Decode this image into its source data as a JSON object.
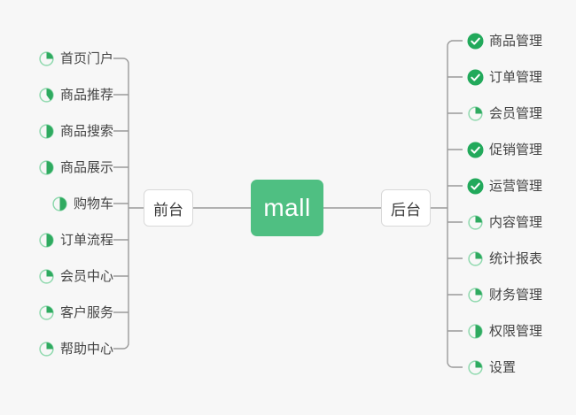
{
  "diagram": {
    "title_text": "mall",
    "type": "mindmap",
    "background_color": "#f7f7f7",
    "accent_color": "#4fbf82",
    "done_color": "#22a95b",
    "ring_color": "#8fd9ae",
    "wedge_color": "#2faa60",
    "line_color": "#9a9a9a",
    "center": {
      "label": "mall"
    },
    "branches": [
      {
        "label": "前台",
        "side": "left"
      },
      {
        "label": "后台",
        "side": "right"
      }
    ],
    "left_items": [
      {
        "label": "首页门户",
        "icon": "pie-progress-icon",
        "progress": 25
      },
      {
        "label": "商品推荐",
        "icon": "pie-progress-icon",
        "progress": 40
      },
      {
        "label": "商品搜索",
        "icon": "pie-progress-icon",
        "progress": 50
      },
      {
        "label": "商品展示",
        "icon": "pie-progress-icon",
        "progress": 50
      },
      {
        "label": "购物车",
        "icon": "pie-progress-icon",
        "progress": 50
      },
      {
        "label": "订单流程",
        "icon": "pie-progress-icon",
        "progress": 50
      },
      {
        "label": "会员中心",
        "icon": "pie-progress-icon",
        "progress": 25
      },
      {
        "label": "客户服务",
        "icon": "pie-progress-icon",
        "progress": 25
      },
      {
        "label": "帮助中心",
        "icon": "pie-progress-icon",
        "progress": 25
      }
    ],
    "right_items": [
      {
        "label": "商品管理",
        "icon": "check-circle-icon",
        "progress": 100
      },
      {
        "label": "订单管理",
        "icon": "check-circle-icon",
        "progress": 100
      },
      {
        "label": "会员管理",
        "icon": "pie-progress-icon",
        "progress": 25
      },
      {
        "label": "促销管理",
        "icon": "check-circle-icon",
        "progress": 100
      },
      {
        "label": "运营管理",
        "icon": "check-circle-icon",
        "progress": 100
      },
      {
        "label": "内容管理",
        "icon": "pie-progress-icon",
        "progress": 25
      },
      {
        "label": "统计报表",
        "icon": "pie-progress-icon",
        "progress": 25
      },
      {
        "label": "财务管理",
        "icon": "pie-progress-icon",
        "progress": 25
      },
      {
        "label": "权限管理",
        "icon": "pie-progress-icon",
        "progress": 50
      },
      {
        "label": "设置",
        "icon": "pie-progress-icon",
        "progress": 25
      }
    ]
  }
}
